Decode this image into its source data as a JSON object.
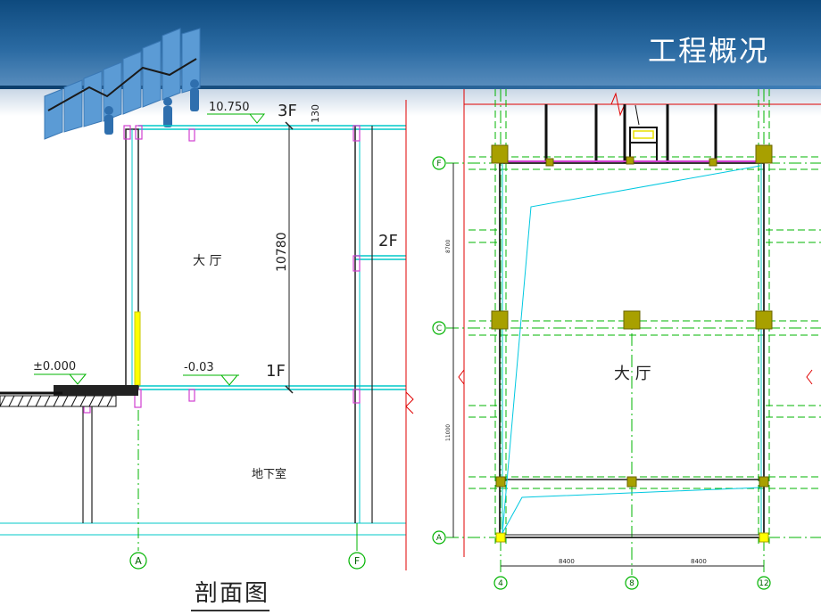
{
  "header": {
    "title": "工程概况"
  },
  "section": {
    "levels": {
      "roof_elev": "10.750",
      "roof_floor": "3F",
      "floor2": "2F",
      "floor1_elev": "-0.03",
      "floor1": "1F",
      "ground_elev": "±0.000",
      "slab": "130",
      "height": "10780"
    },
    "rooms": {
      "hall": "大 厅",
      "basement": "地下室"
    },
    "axes": [
      "A",
      "F"
    ],
    "caption": "剖面图"
  },
  "plan": {
    "row_axes": [
      "F",
      "C",
      "A"
    ],
    "col_axes": [
      "4",
      "8",
      "12"
    ],
    "dims_bottom": [
      "8400",
      "8400"
    ],
    "dims_left": [
      "8700",
      "11000"
    ],
    "room": "大 厅"
  },
  "colors": {
    "header": "#1c5a94",
    "cad_cyan": "#00c8c8",
    "cad_green": "#00b400",
    "cad_red": "#e00000",
    "column": "#a8a000"
  }
}
